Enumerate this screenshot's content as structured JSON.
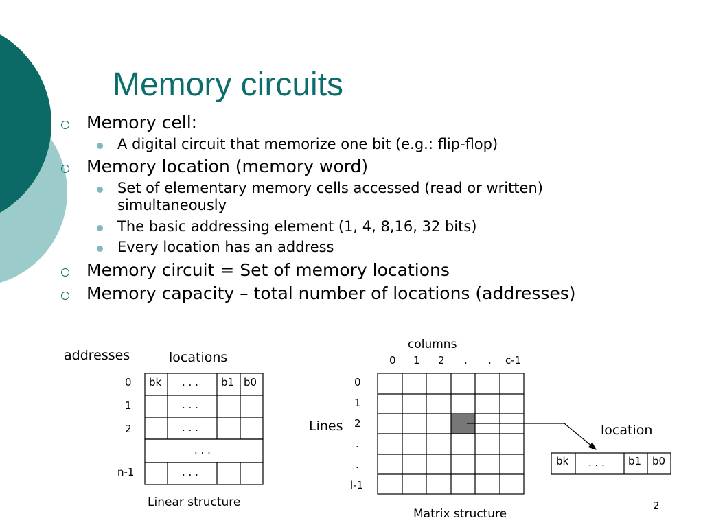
{
  "slide": {
    "title": "Memory circuits",
    "page_number": "2",
    "colors": {
      "accent": "#0b6e6a",
      "secondary": "#9ccbcc",
      "bullet": "#7fb8bd",
      "highlight_cell": "#777777"
    }
  },
  "bullets": [
    {
      "level": 1,
      "text": "Memory cell:"
    },
    {
      "level": 2,
      "text": "A digital circuit that memorize one bit (e.g.: flip-flop)"
    },
    {
      "level": 1,
      "text": "Memory location (memory word)"
    },
    {
      "level": 2,
      "text": "Set of elementary memory cells accessed (read or written)",
      "cont": "simultaneously"
    },
    {
      "level": 2,
      "text": "The basic addressing element (1, 4, 8,16, 32 bits)"
    },
    {
      "level": 2,
      "text": "Every location has an address"
    },
    {
      "level": 1,
      "text": "Memory circuit = Set of memory locations"
    },
    {
      "level": 1,
      "text": "Memory capacity – total number of locations (addresses)"
    }
  ],
  "linear": {
    "addresses_label": "addresses",
    "locations_label": "locations",
    "caption": "Linear structure",
    "row_addresses": [
      "0",
      "1",
      "2",
      "n-1"
    ],
    "header_cells": [
      "bk",
      ". . .",
      "b1",
      "b0"
    ],
    "dots": ". . .",
    "gap_dots": ". . ."
  },
  "matrix": {
    "columns_label": "columns",
    "column_indices": [
      "0",
      "1",
      "2",
      ".",
      ".",
      "c-1"
    ],
    "lines_label": "Lines",
    "line_indices": [
      "0",
      "1",
      "2",
      ".",
      ".",
      "l-1"
    ],
    "caption": "Matrix structure",
    "highlight": {
      "row": 2,
      "col": 3
    }
  },
  "location": {
    "label": "location",
    "cells": [
      "bk",
      ". . .",
      "b1",
      "b0"
    ]
  }
}
